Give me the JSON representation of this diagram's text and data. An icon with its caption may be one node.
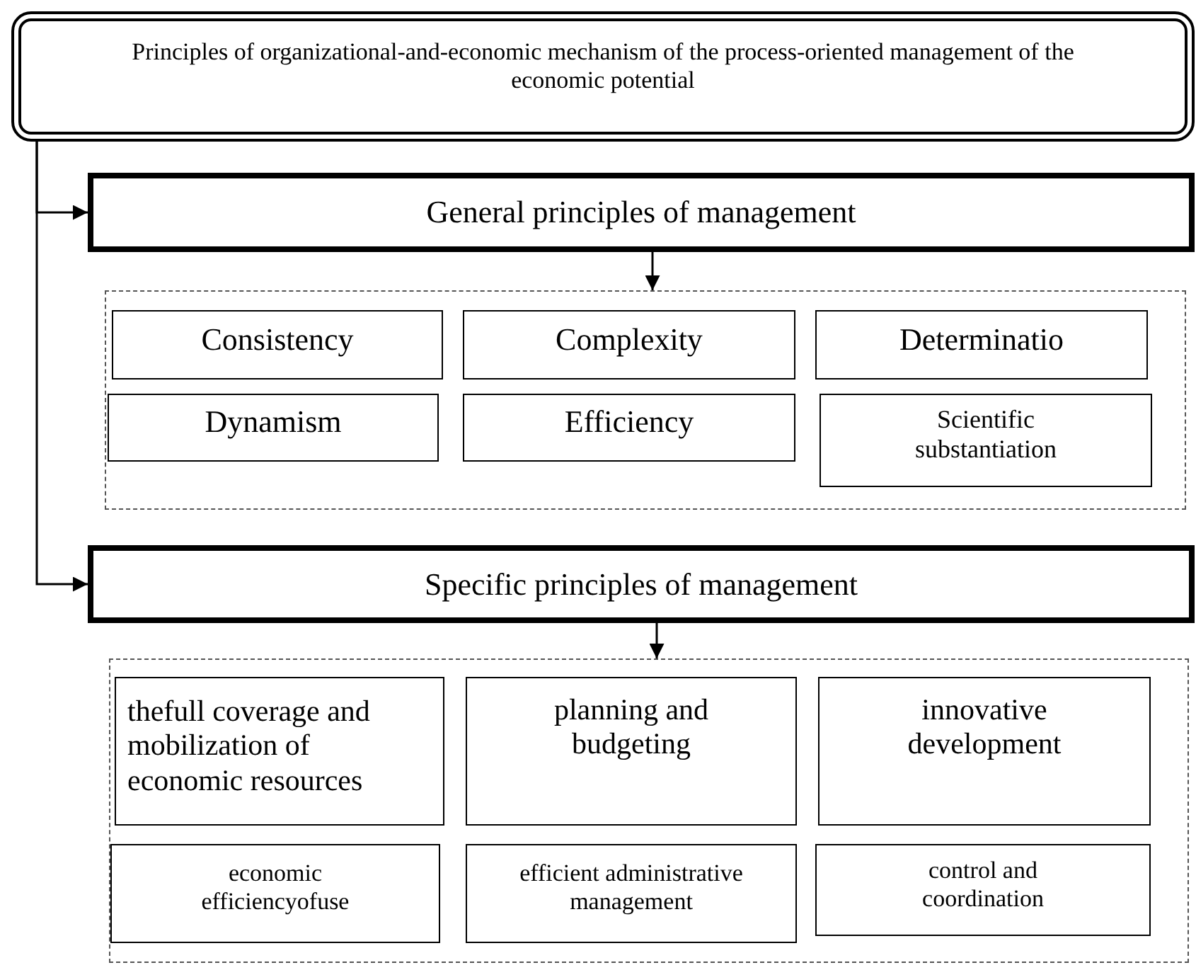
{
  "diagram": {
    "nodes": [
      {
        "text": [
          "Principles of organizational-and-economic mechanism of the process-oriented management of the economic potential"
        ]
      },
      {
        "text": [
          "General principles of management"
        ]
      },
      {
        "text": [],
        "shape": "box"
      },
      {
        "text": [
          "Consistency"
        ],
        "in": 2
      },
      {
        "text": [
          "Complexity"
        ],
        "in": 2
      },
      {
        "text": [
          "Determinatio"
        ],
        "in": 2
      },
      {
        "text": [
          "Dynamism"
        ],
        "in": 2
      },
      {
        "text": [
          "Efficiency"
        ],
        "in": 2
      },
      {
        "text": [
          "Scientific substantiation"
        ],
        "in": 2
      },
      {
        "text": [
          "Specific principles of management"
        ]
      },
      {
        "text": [],
        "shape": "box"
      },
      {
        "text": [
          "thefull coverage and mobilization of economic resources"
        ],
        "in": 10
      },
      {
        "text": [
          "planning and budgeting"
        ],
        "in": 10
      },
      {
        "text": [
          "innovative development"
        ],
        "in": 10
      },
      {
        "text": [
          "economic efficiencyofuse"
        ],
        "in": 10
      },
      {
        "text": [
          "efficient administrative management"
        ],
        "in": 10
      },
      {
        "text": [
          "control and coordination"
        ],
        "in": 10
      }
    ],
    "edges": [
      {
        "from": 0,
        "to": 1,
        "arrow": "to"
      },
      {
        "from": 0,
        "to": 9,
        "arrow": "to"
      },
      {
        "from": 1,
        "to": 2,
        "arrow": "to"
      },
      {
        "from": 9,
        "to": 10,
        "arrow": "to"
      }
    ]
  }
}
